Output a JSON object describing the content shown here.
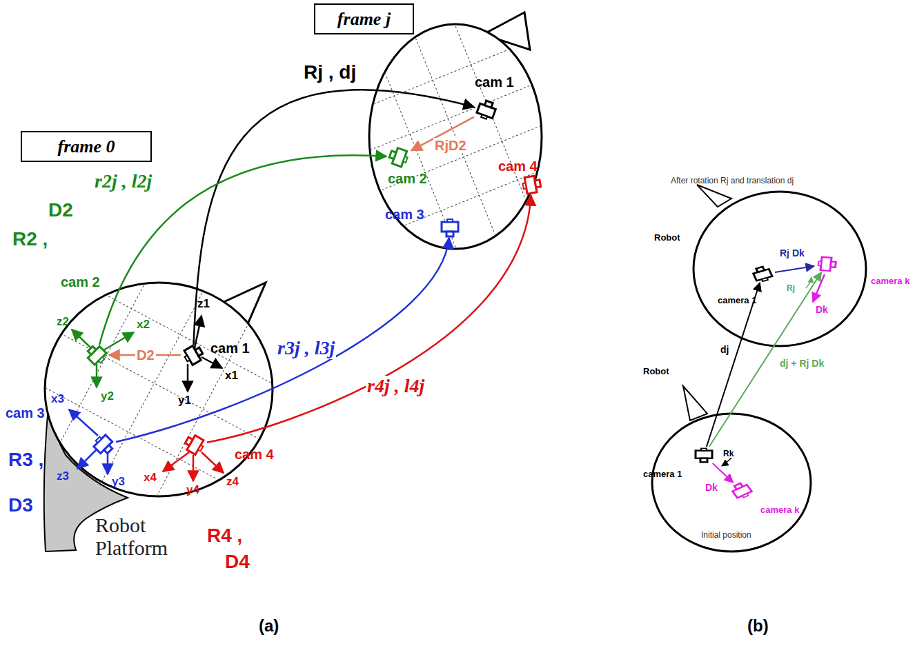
{
  "diagram": {
    "nodes": [
      {
        "text": [
          "frame j"
        ]
      },
      {
        "text": [
          "frame 0"
        ]
      },
      {
        "text": [
          "cam 1"
        ]
      },
      {
        "text": [
          "cam 2"
        ]
      },
      {
        "text": [
          "cam 3"
        ]
      },
      {
        "text": [
          "cam 4"
        ]
      },
      {
        "text": [
          "cam 2"
        ]
      },
      {
        "text": [
          "cam 1"
        ]
      },
      {
        "text": [
          "cam 3"
        ]
      },
      {
        "text": [
          "cam 4"
        ]
      },
      {
        "text": [
          "camera 1"
        ]
      },
      {
        "text": [
          "camera k"
        ]
      },
      {
        "text": [
          "camera 1"
        ]
      },
      {
        "text": [
          "camera k"
        ]
      }
    ],
    "edges": [
      {
        "from": 7,
        "to": 2,
        "label": "Rj , dj",
        "arrow": "to"
      },
      {
        "from": 6,
        "to": 3,
        "label": "r2j , l2j",
        "arrow": "to"
      },
      {
        "from": 8,
        "to": 4,
        "label": "r3j , l3j",
        "arrow": "to"
      },
      {
        "from": 9,
        "to": 5,
        "label": "r4j , l4j",
        "arrow": "to"
      },
      {
        "from": 2,
        "to": 3,
        "label": "RjD2",
        "arrow": "to"
      },
      {
        "from": 7,
        "to": 6,
        "label": "D2",
        "arrow": "to"
      },
      {
        "from": 12,
        "to": 10,
        "label": "dj",
        "arrow": "to"
      },
      {
        "from": 12,
        "to": 11,
        "label": "dj + Rj Dk",
        "arrow": "to"
      },
      {
        "from": 10,
        "to": 11,
        "label": "Rj Dk",
        "arrow": "to"
      },
      {
        "from": 12,
        "to": 13,
        "label": "Dk",
        "arrow": "to"
      }
    ],
    "labels": [
      "D2",
      "R2 ,",
      "R3 ,",
      "D3",
      "R4 ,",
      "D4",
      "x1",
      "y1",
      "z1",
      "x2",
      "y2",
      "z2",
      "x3",
      "y3",
      "z3",
      "x4",
      "y4",
      "z4",
      "Robot Platform",
      "(a)",
      "(b)",
      "After rotation Rj and translation dj",
      "Robot",
      "Robot",
      "Rj",
      "Dk",
      "Rk",
      "Initial position"
    ]
  }
}
